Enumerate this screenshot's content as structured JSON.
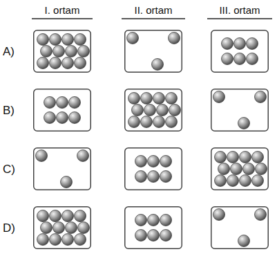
{
  "diagram": {
    "labels": [
      "I. ortam",
      "II. ortam",
      "III. ortam",
      "A)",
      "B)",
      "C)",
      "D)"
    ]
  }
}
